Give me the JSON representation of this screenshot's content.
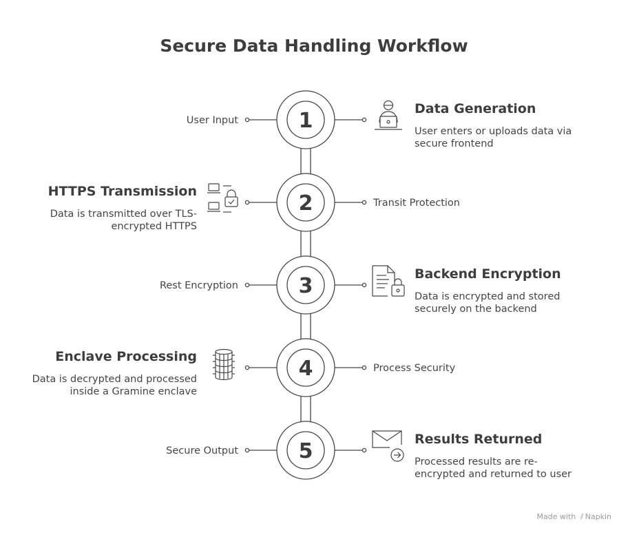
{
  "title": "Secure Data Handling Workflow",
  "steps": [
    {
      "number": "1",
      "side_label": "User Input",
      "heading": "Data Generation",
      "description": "User enters or uploads data via secure frontend",
      "icon": "user-laptop-icon"
    },
    {
      "number": "2",
      "side_label": "Transit Protection",
      "heading": "HTTPS Transmission",
      "description": "Data is transmitted over TLS-encrypted HTTPS",
      "icon": "network-lock-icon"
    },
    {
      "number": "3",
      "side_label": "Rest Encryption",
      "heading": "Backend Encryption",
      "description": "Data is encrypted and stored securely on the backend",
      "icon": "document-lock-icon"
    },
    {
      "number": "4",
      "side_label": "Process Security",
      "heading": "Enclave Processing",
      "description": "Data is decrypted and processed inside a Gramine enclave",
      "icon": "database-icon"
    },
    {
      "number": "5",
      "side_label": "Secure Output",
      "heading": "Results Returned",
      "description": "Processed results are re-encrypted and returned to user",
      "icon": "mail-send-icon"
    }
  ],
  "footer": {
    "prefix": "Made with",
    "brand": "Napkin"
  },
  "colors": {
    "stroke": "#444444",
    "text": "#3d3d3d",
    "footer": "#9a9a9a"
  }
}
